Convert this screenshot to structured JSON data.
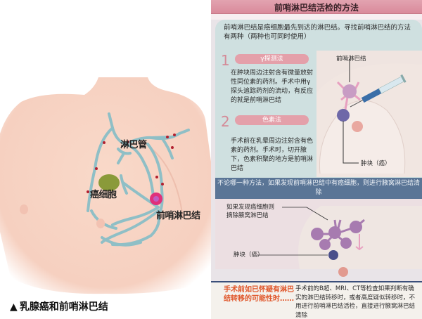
{
  "left_figure": {
    "labels": {
      "lymph_vessel": "淋巴管",
      "cancer_cell": "癌细胞",
      "sentinel_node": "前哨淋巴结"
    },
    "caption_icon": "triangle-up-icon",
    "caption_marker": "▲",
    "caption": "乳腺癌和前哨淋巴结",
    "colors": {
      "skin": "#f7d6c8",
      "lymph_vessel": "#8fbfc6",
      "cancer_cell": "#8a9a3a",
      "sentinel_node": "#e0307a"
    }
  },
  "right_page": {
    "title": "前哨淋巴结活检的方法",
    "intro": "前哨淋巴结是癌细胞最先到达的淋巴结。寻找前哨淋巴结的方法有两种（两种也可同时使用）",
    "methods": [
      {
        "number": "1",
        "name": "γ探测法",
        "description": "在肿块周边注射含有微量放射性同位素的药剂。手术中用γ探头追踪药剂的流动，有反应的就是前哨淋巴结"
      },
      {
        "number": "2",
        "name": "色素法",
        "description": "手术前在乳晕周边注射含有色素的药剂。手术时，切开腋下，色素积聚的地方是前哨淋巴结"
      }
    ],
    "illustration_labels": {
      "sentinel_node": "前哨淋巴结",
      "tumor": "肿块（癌）"
    },
    "banner": "不论哪一种方法，如果发现前哨淋巴结中有癌细胞，则进行腋窝淋巴结清除",
    "lower_labels": {
      "removal": "如果发现癌细胞则\n摘除腋窝淋巴结",
      "tumor": "肿块（癌）"
    },
    "warning": "手术前如已怀疑有淋巴结转移的可能性时……",
    "note": "手术前的B超、MRI、CT等检查如果判断有确实的淋巴结转移时，或者高度疑似转移时，不用进行前哨淋巴结活检，直接进行腋窝淋巴结清除",
    "colors": {
      "title_bar": "#d98a9b",
      "panel": "#cfe0e0",
      "pill": "#e4a0aa",
      "banner": "#5a7596",
      "warning_text": "#e0562a",
      "node_purple": "#a77bb0"
    }
  }
}
